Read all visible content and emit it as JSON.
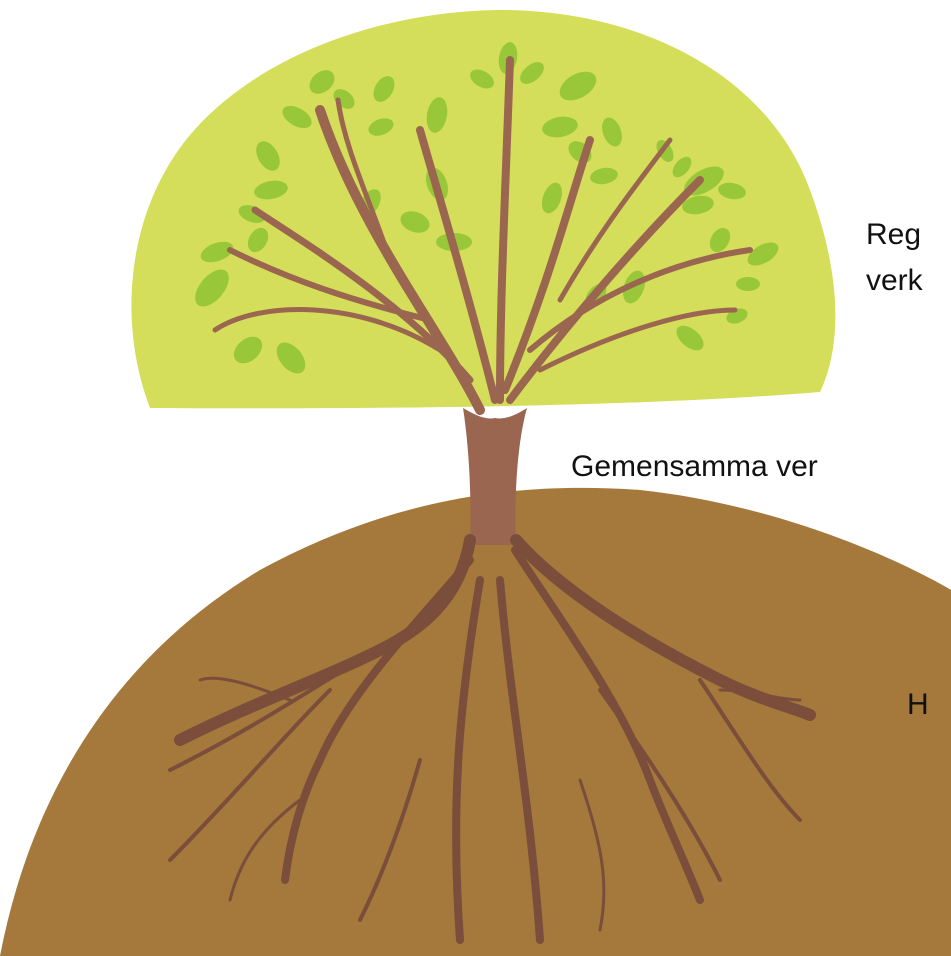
{
  "colors": {
    "crown": "#d5de5a",
    "leaf": "#98c83a",
    "branch": "#9b6650",
    "trunk": "#9b6650",
    "soil": "#a5783b",
    "root": "#7a4e3a",
    "text": "#111111"
  },
  "labels": {
    "crown_line1": "Reg",
    "crown_line2": "verk",
    "trunk": "Gemensamma ver",
    "roots": "H"
  }
}
